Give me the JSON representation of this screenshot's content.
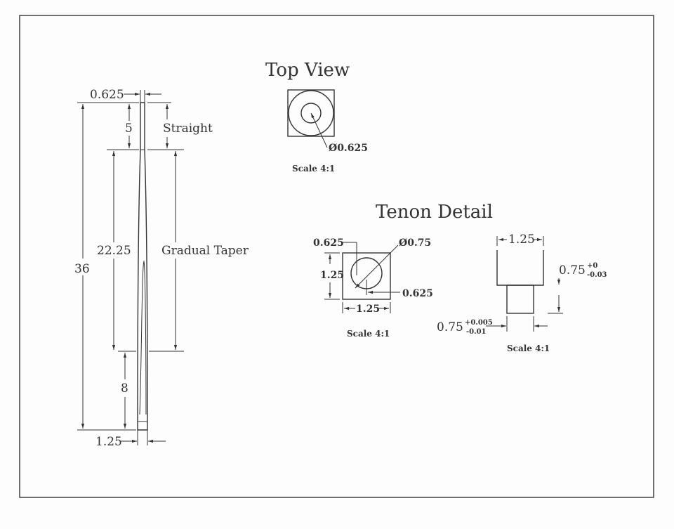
{
  "spindle": {
    "dim_top_width": "0.625",
    "dim_straight_len": "5",
    "label_straight": "Straight",
    "dim_taper_len": "22.25",
    "label_taper": "Gradual Taper",
    "dim_total": "36",
    "dim_bottom_len": "8",
    "dim_bottom_width": "1.25"
  },
  "top_view": {
    "title": "Top View",
    "dim_dia": "Ø0.625",
    "scale": "Scale 4:1"
  },
  "tenon": {
    "title": "Tenon Detail",
    "front": {
      "dim_left_offset": "0.625",
      "dim_dia": "Ø0.75",
      "dim_height": "1.25",
      "dim_right_offset": "0.625",
      "dim_width": "1.25",
      "scale": "Scale 4:1"
    },
    "side": {
      "dim_width": "1.25",
      "dim_tenon_len": "0.75",
      "tol_len_plus": "+0",
      "tol_len_minus": "-0.03",
      "dim_tenon_dia": "0.75",
      "tol_dia_plus": "+0.005",
      "tol_dia_minus": "-0.01",
      "scale": "Scale 4:1"
    }
  }
}
